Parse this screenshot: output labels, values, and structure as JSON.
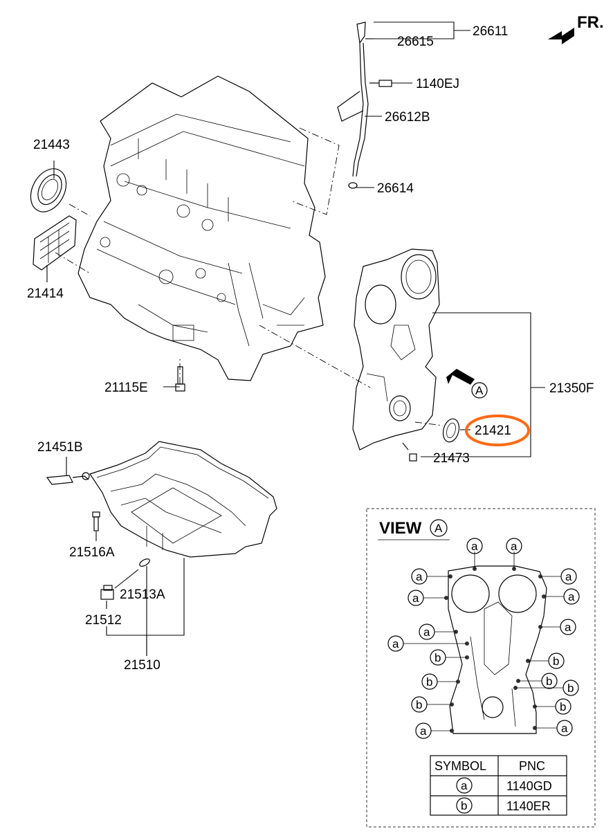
{
  "orientation": {
    "label": "FR."
  },
  "callouts": {
    "p26611": "26611",
    "p26615": "26615",
    "p1140EJ": "1140EJ",
    "p26612B": "26612B",
    "p26614": "26614",
    "p21443": "21443",
    "p21414": "21414",
    "p21115E": "21115E",
    "p21350F": "21350F",
    "p21421": "21421",
    "p21473": "21473",
    "p21451B": "21451B",
    "p21516A": "21516A",
    "p21513A": "21513A",
    "p21512": "21512",
    "p21510": "21510"
  },
  "highlight": {
    "part": "21421",
    "color": "#ff6a13"
  },
  "view_marker": {
    "letter": "A"
  },
  "view_panel": {
    "title": "VIEW",
    "title_letter": "A",
    "bolt_letters": {
      "a": "a",
      "b": "b"
    }
  },
  "symbol_table": {
    "headers": [
      "SYMBOL",
      "PNC"
    ],
    "rows": [
      {
        "symbol": "a",
        "pnc": "1140GD"
      },
      {
        "symbol": "b",
        "pnc": "1140ER"
      }
    ]
  }
}
